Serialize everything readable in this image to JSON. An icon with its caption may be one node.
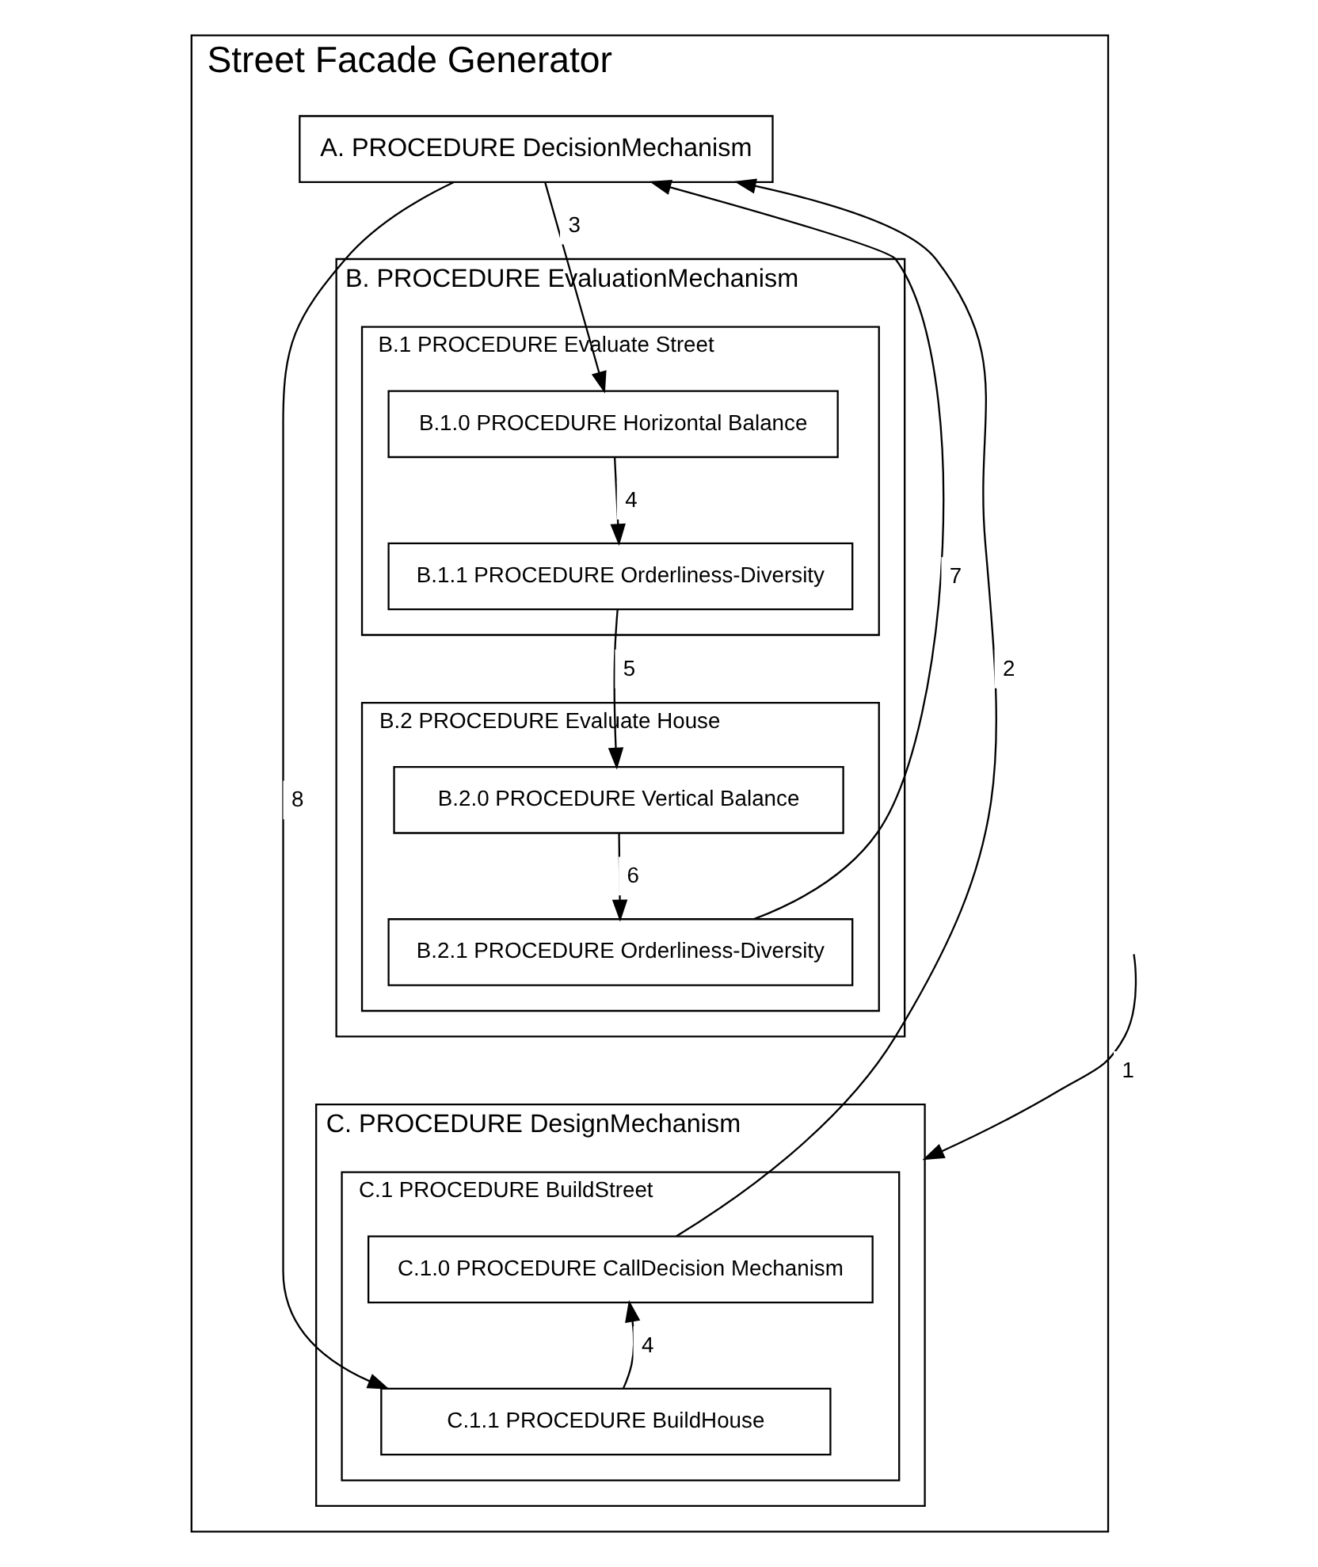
{
  "diagram": {
    "nodes": [
      {
        "text": [
          "Street Facade Generator"
        ]
      },
      {
        "text": [
          "A. PROCEDURE DecisionMechanism"
        ],
        "in": 0
      },
      {
        "text": [
          "B. PROCEDURE EvaluationMechanism"
        ],
        "in": 0
      },
      {
        "text": [
          "B.1 PROCEDURE Evaluate Street"
        ],
        "in": 2
      },
      {
        "text": [
          "B.1.0 PROCEDURE Horizontal Balance"
        ],
        "in": 3
      },
      {
        "text": [
          "B.1.1 PROCEDURE Orderliness-Diversity"
        ],
        "in": 3
      },
      {
        "text": [
          "B.2 PROCEDURE Evaluate House"
        ],
        "in": 2
      },
      {
        "text": [
          "B.2.0 PROCEDURE Vertical Balance"
        ],
        "in": 6
      },
      {
        "text": [
          "B.2.1 PROCEDURE Orderliness-Diversity"
        ],
        "in": 6
      },
      {
        "text": [
          "C. PROCEDURE DesignMechanism"
        ],
        "in": 0
      },
      {
        "text": [
          "C.1 PROCEDURE BuildStreet"
        ],
        "in": 9
      },
      {
        "text": [
          "C.1.0 PROCEDURE CallDecision Mechanism"
        ],
        "in": 10
      },
      {
        "text": [
          "C.1.1 PROCEDURE BuildHouse"
        ],
        "in": 10
      }
    ],
    "edges": [
      {
        "from": null,
        "to": 9,
        "arrow": "to",
        "label": "1"
      },
      {
        "from": 11,
        "to": 1,
        "arrow": "to",
        "label": "2"
      },
      {
        "from": 1,
        "to": 4,
        "arrow": "to",
        "label": "3"
      },
      {
        "from": 4,
        "to": 5,
        "arrow": "to",
        "label": "4"
      },
      {
        "from": 5,
        "to": 7,
        "arrow": "to",
        "label": "5"
      },
      {
        "from": 7,
        "to": 8,
        "arrow": "to",
        "label": "6"
      },
      {
        "from": 8,
        "to": 1,
        "arrow": "to",
        "label": "7"
      },
      {
        "from": 1,
        "to": 12,
        "arrow": "to",
        "label": "8"
      },
      {
        "from": 12,
        "to": 11,
        "arrow": "to",
        "label": "4"
      }
    ]
  }
}
